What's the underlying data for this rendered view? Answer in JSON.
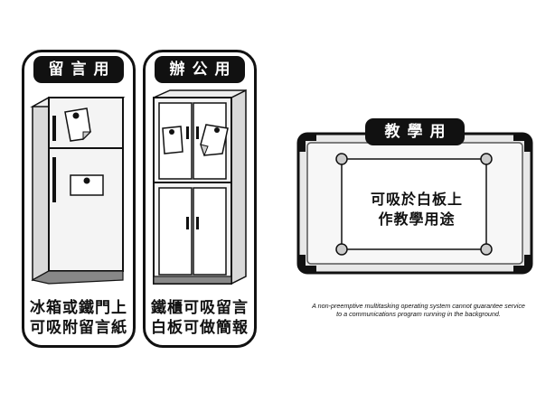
{
  "panels": [
    {
      "tag": "留言用",
      "caption": [
        "冰箱或鐵門上",
        "可吸附留言紙"
      ]
    },
    {
      "tag": "辦公用",
      "caption": [
        "鐵櫃可吸留言",
        "白板可做簡報"
      ]
    }
  ],
  "whiteboard": {
    "tag": "教學用",
    "text": [
      "可吸於白板上",
      "作教學用途"
    ]
  },
  "disclaimer": [
    "A non-preemptive multitasking operating system cannot guarantee service",
    "to a communications program running in the background."
  ]
}
